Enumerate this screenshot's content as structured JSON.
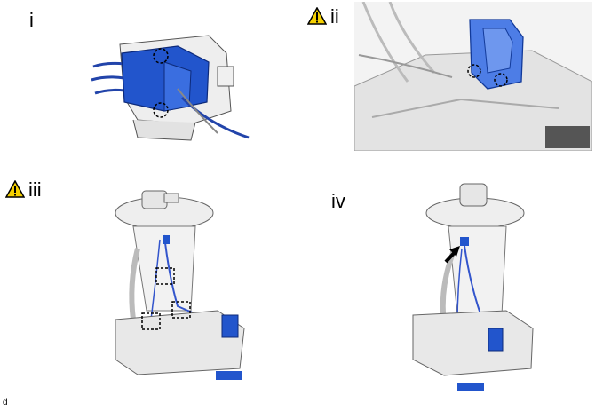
{
  "steps": [
    {
      "label": "i",
      "warning": false
    },
    {
      "label": "ii",
      "warning": true
    },
    {
      "label": "iii",
      "warning": true
    },
    {
      "label": "iv",
      "warning": false
    }
  ],
  "icons": {
    "warning": "warning-triangle-icon",
    "arrow": "arrow-icon",
    "clip_marker": "dashed-circle-marker",
    "connector_marker": "dashed-box-marker"
  },
  "colors": {
    "highlight_blue": "#2255cc",
    "warning_yellow": "#f5d000"
  },
  "corner_code": "d"
}
